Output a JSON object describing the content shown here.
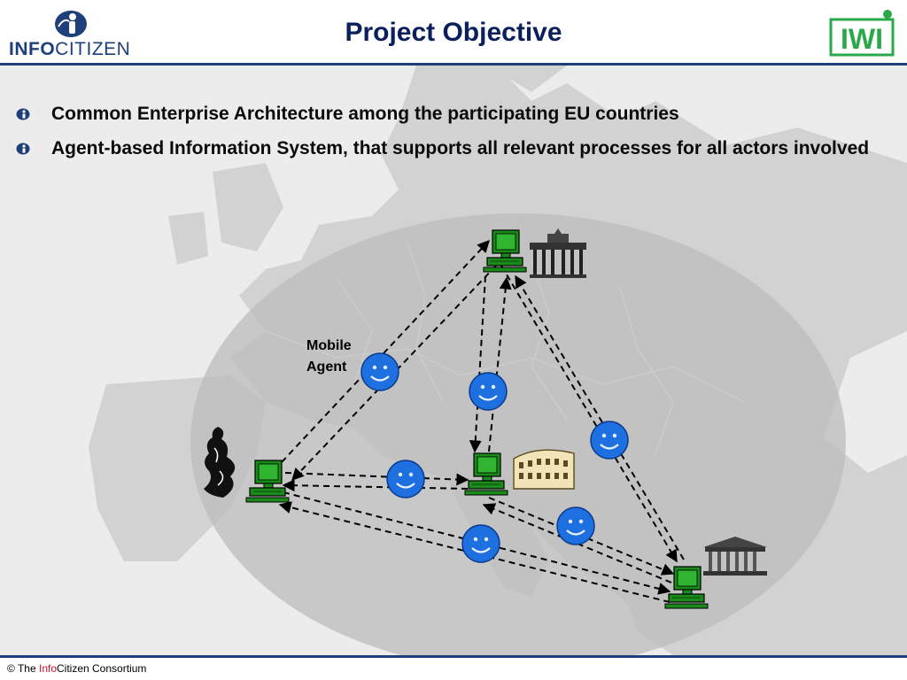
{
  "header": {
    "title": "Project Objective",
    "logo_left": {
      "part1": "INFO",
      "part2": "CITIZEN"
    },
    "logo_right": {
      "text": "IWI"
    }
  },
  "bullets": [
    "Common Enterprise Architecture among the participating EU countries",
    "Agent-based Information System, that supports all relevant processes for all actors involved"
  ],
  "diagram": {
    "mobile_agent_label": [
      "Mobile",
      "Agent"
    ],
    "nodes": [
      "germany-computer",
      "italy-computer",
      "spain-computer",
      "greece-computer"
    ],
    "agents_count": 6
  },
  "footer": {
    "prefix": "© The ",
    "accent": "Info",
    "suffix": "Citizen Consortium"
  },
  "colors": {
    "brand_navy": "#1f3f7a",
    "title_navy": "#0a1f5c",
    "agent_blue": "#1e6fe0",
    "computer_green": "#1a8a1a",
    "iwi_green": "#2aa84a",
    "footer_accent": "#c8102e"
  }
}
